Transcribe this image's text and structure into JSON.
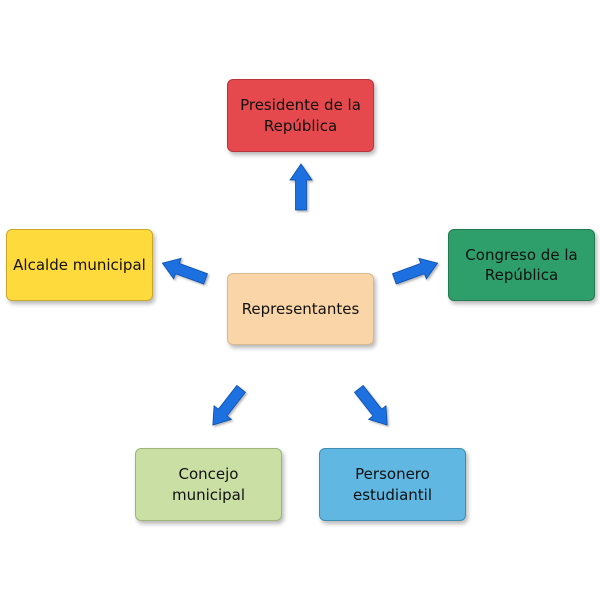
{
  "diagram": {
    "center": {
      "label": "Representantes",
      "color": "#F9D5A7"
    },
    "top": {
      "label": "Presidente de la República",
      "color": "#E5484D"
    },
    "left": {
      "label": "Alcalde municipal",
      "color": "#FFDA3D"
    },
    "right": {
      "label": "Congreso de la República",
      "color": "#2E9E6B"
    },
    "bottom_left": {
      "label": "Concejo municipal",
      "color": "#C9DFA3"
    },
    "bottom_right": {
      "label": "Personero estudiantil",
      "color": "#5FB7E2"
    },
    "arrow_color": "#1A6FE0",
    "arrow_icon": "block-arrow"
  }
}
